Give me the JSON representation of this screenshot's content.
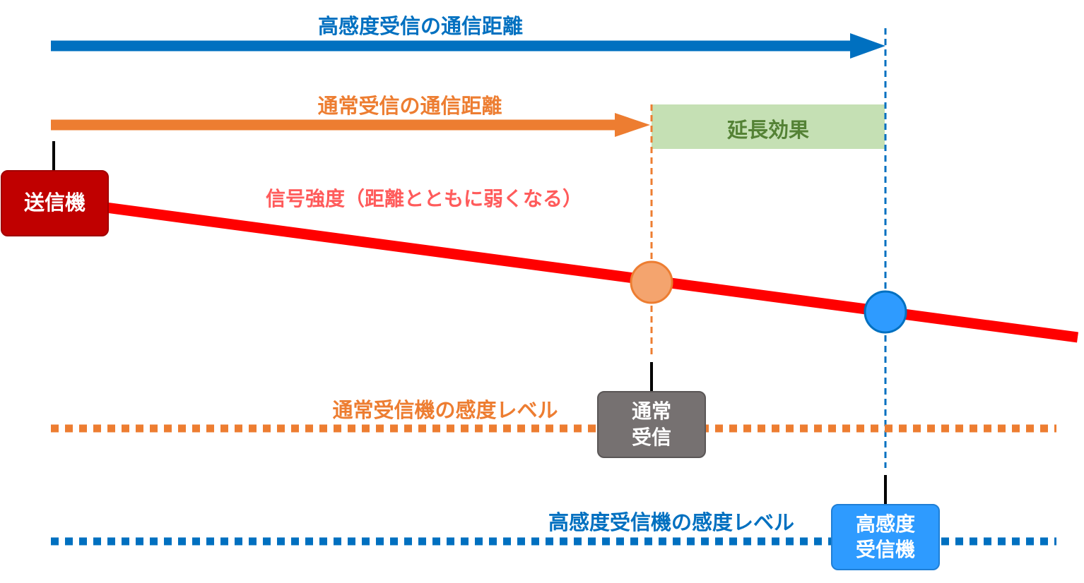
{
  "labels": {
    "high_sensitivity_distance": "高感度受信の通信距離",
    "normal_distance": "通常受信の通信距離",
    "extension_effect": "延長効果",
    "signal_strength": "信号強度（距離とともに弱くなる）",
    "normal_receiver_level": "通常受信機の感度レベル",
    "high_receiver_level": "高感度受信機の感度レベル"
  },
  "boxes": {
    "transmitter": "送信機",
    "normal_receiver_line1": "通常",
    "normal_receiver_line2": "受信",
    "high_receiver_line1": "高感度",
    "high_receiver_line2": "受信機"
  },
  "colors": {
    "blue": "#0070C0",
    "orange": "#ED7D31",
    "red": "#FF0000",
    "dark_red": "#C00000",
    "green_fill": "#C5E0B4",
    "green_text": "#548235",
    "gray": "#767171",
    "light_blue": "#2E9BFF",
    "pink_text": "#FF5B5B",
    "light_orange": "#F4A46E"
  }
}
